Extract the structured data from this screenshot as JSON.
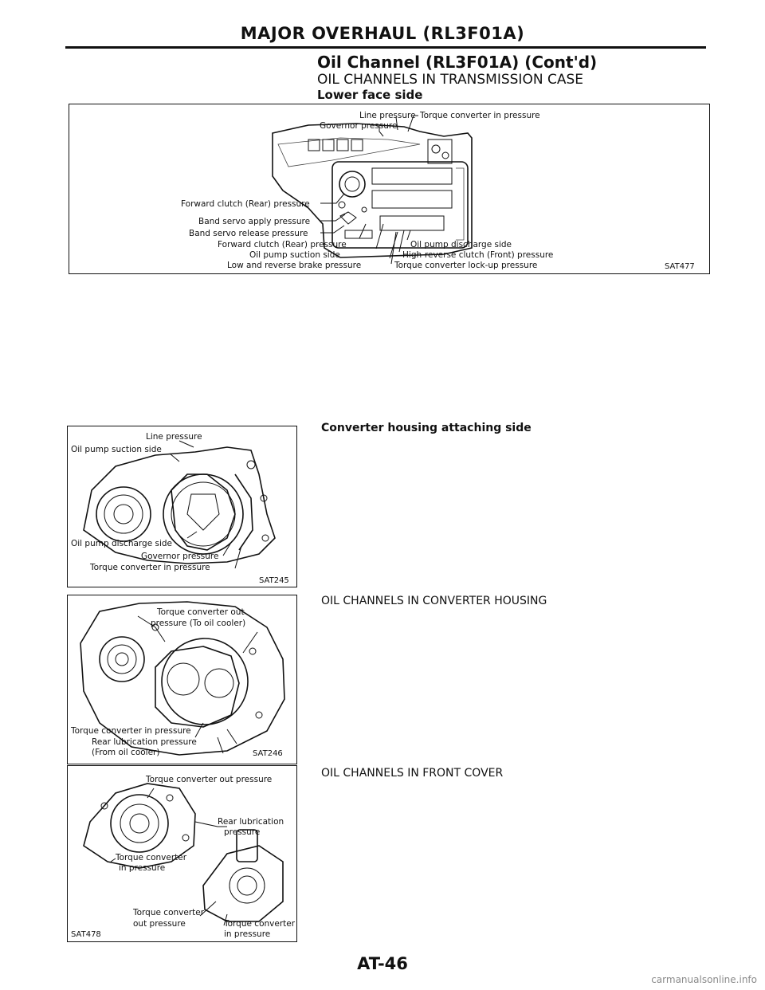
{
  "header": {
    "title": "MAJOR OVERHAUL (RL3F01A)",
    "subtitle": "Oil Channel (RL3F01A) (Cont'd)",
    "section": "OIL CHANNELS IN TRANSMISSION CASE",
    "subsection": "Lower face side"
  },
  "figure_sat477": {
    "code": "SAT477",
    "labels": {
      "line_pressure": "Line pressure",
      "governor_pressure": "Governor pressure",
      "torque_converter_in": "Torque converter in pressure",
      "forward_clutch_1": "Forward clutch (Rear) pressure",
      "band_servo_apply": "Band servo apply pressure",
      "band_servo_release": "Band servo release pressure",
      "forward_clutch_2": "Forward clutch (Rear) pressure",
      "oil_pump_suction": "Oil pump suction side",
      "low_reverse_brake": "Low and reverse brake pressure",
      "oil_pump_discharge": "Oil pump discharge side",
      "high_reverse_clutch": "High-reverse clutch (Front) pressure",
      "torque_lockup": "Torque converter lock-up pressure"
    }
  },
  "figure_sat245": {
    "code": "SAT245",
    "caption": "Converter housing attaching side",
    "labels": {
      "line_pressure": "Line pressure",
      "oil_pump_suction": "Oil pump suction side",
      "oil_pump_discharge": "Oil pump discharge side",
      "governor_pressure": "Governor pressure",
      "torque_converter_in": "Torque converter in pressure"
    }
  },
  "figure_sat246": {
    "code": "SAT246",
    "caption": "OIL CHANNELS IN CONVERTER HOUSING",
    "labels": {
      "tc_out_1": "Torque converter out",
      "tc_out_2": "pressure (To oil cooler)",
      "tc_in": "Torque converter in pressure",
      "rear_lub_1": "Rear lubrication pressure",
      "rear_lub_2": "(From oil cooler)"
    }
  },
  "figure_sat478": {
    "code": "SAT478",
    "caption": "OIL CHANNELS IN FRONT COVER",
    "labels": {
      "tc_out_top": "Torque converter out pressure",
      "rear_lub_1": "Rear lubrication",
      "rear_lub_2": "pressure",
      "tc_in_1": "Torque converter",
      "tc_in_2": "in pressure",
      "tc_out_b1": "Torque converter",
      "tc_out_b2": "out pressure",
      "tc_in_b1": "Torque converter",
      "tc_in_b2": "in pressure"
    }
  },
  "footer": {
    "page_number": "AT-46",
    "watermark": "carmanualsonline.info"
  }
}
